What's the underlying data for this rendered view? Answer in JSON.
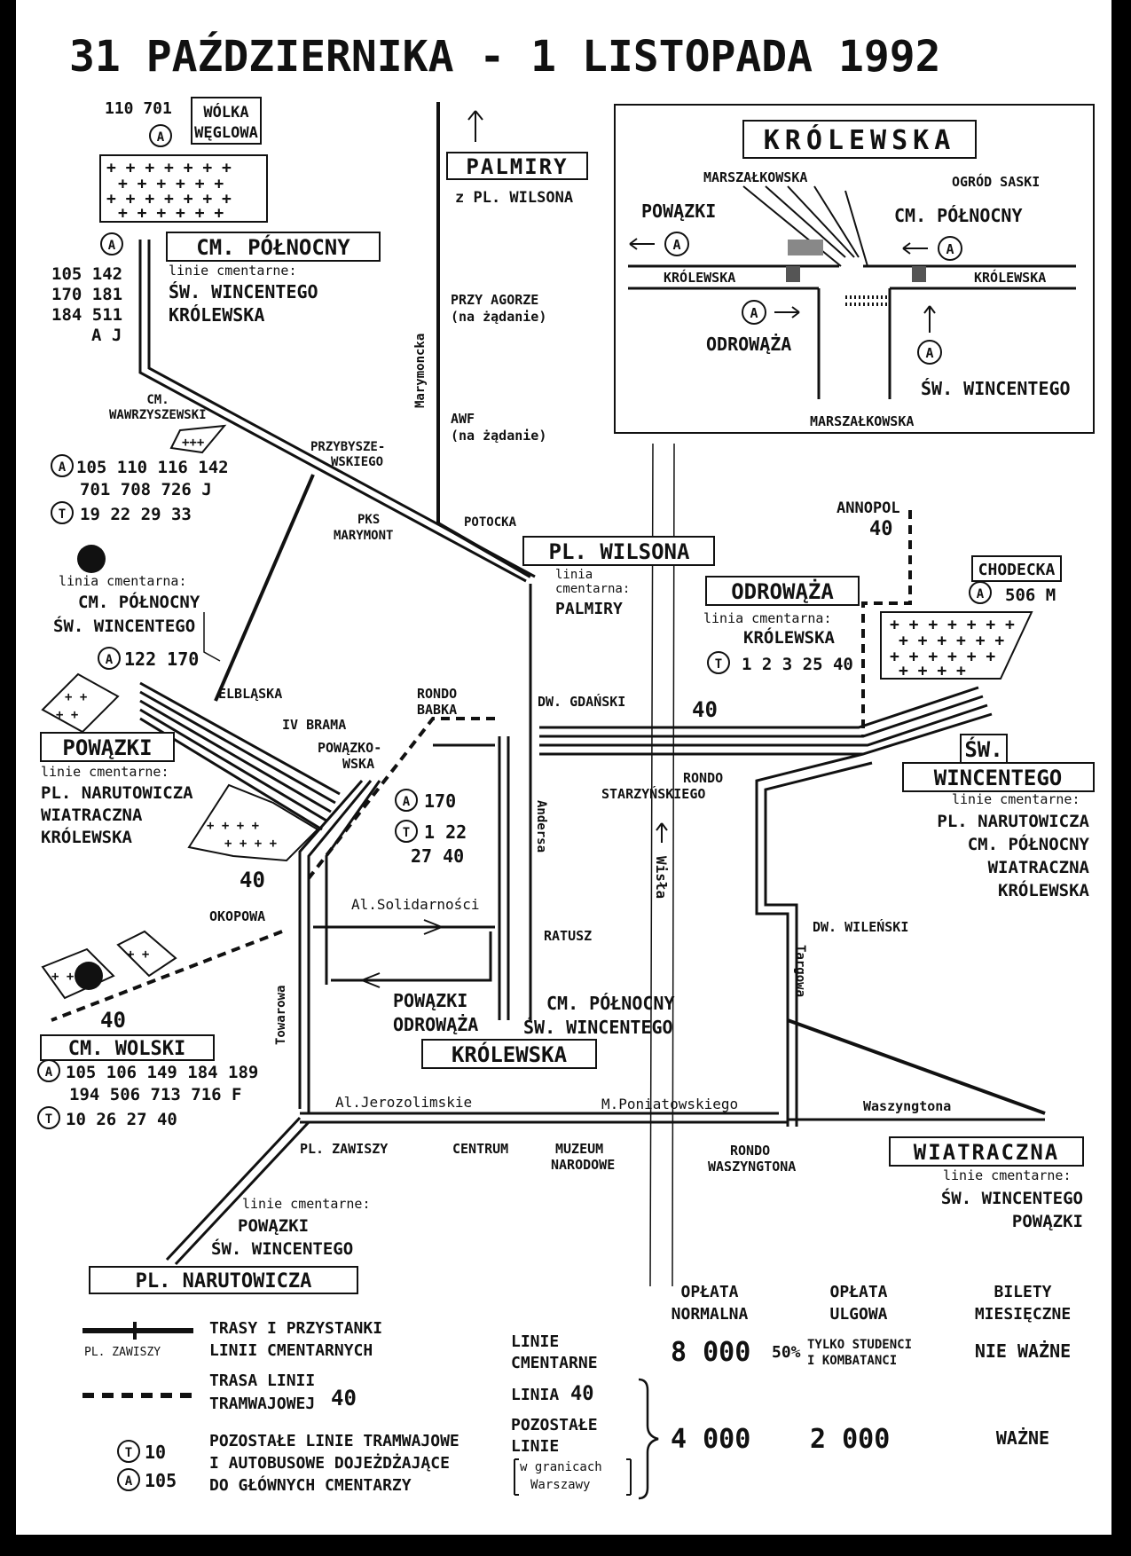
{
  "title": "31 PAŹDZIERNIKA - 1 LISTOPADA 1992",
  "cemetery_line_label": "linie cmentarne:",
  "cemetery_line_label_single": "linia cmentarna:",
  "north": {
    "wolka_top": "WÓLKA",
    "wolka_bottom": "WĘGLOWA",
    "wolka_bus": "110 701",
    "cm_polnocny": "CM. PÓŁNOCNY",
    "cm_polnocny_lines": [
      "ŚW. WINCENTEGO",
      "KRÓLEWSKA"
    ],
    "cm_polnocny_buses": [
      "105 142",
      "170 181",
      "184 511",
      "A J"
    ],
    "palmiry": "PALMIRY",
    "palmiry_from": "z PL. WILSONA",
    "marymoncka": "Marymoncka",
    "przy_agorze": "PRZY AGORZE",
    "na_zadanie": "(na żądanie)",
    "awf": "AWF",
    "cm_wawrzyszewski_1": "CM.",
    "cm_wawrzyszewski_2": "WAWRZYSZEWSKI",
    "wawrz_buses_1": "105 110 116 142",
    "wawrz_buses_2": "701 708 726 J",
    "wawrz_trams": "19 22 29 33",
    "przybyszewskiego_1": "PRZYBYSZE-",
    "przybyszewskiego_2": "WSKIEGO",
    "pks_1": "PKS",
    "pks_2": "MARYMONT",
    "potocka": "POTOCKA",
    "pl_wilsona": "PL. WILSONA",
    "linia": "linia",
    "cmentarna": "cmentarna:",
    "wilsona_line": "PALMIRY",
    "left_line_1": "CM. PÓŁNOCNY",
    "left_line_2": "ŚW. WINCENTEGO",
    "left_buses": "122 170"
  },
  "inset": {
    "title": "KRÓLEWSKA",
    "marszalkowska": "MARSZAŁKOWSKA",
    "ogrod_saski": "OGRÓD SASKI",
    "powazki": "POWĄZKI",
    "cm_polnocny": "CM. PÓŁNOCNY",
    "krolewska": "KRÓLEWSKA",
    "odrowaza": "ODROWĄŻA",
    "sw_wincentego": "ŚW. WINCENTEGO"
  },
  "east": {
    "annopol": "ANNOPOL",
    "forty": "40",
    "chodecka": "CHODECKA",
    "chodecka_buses": "506 M",
    "odrowaza": "ODROWĄŻA",
    "odrowaza_line": "KRÓLEWSKA",
    "odrowaza_trams": "1 2 3 25 40",
    "dw_gdanski": "DW. GDAŃSKI",
    "rondo_1": "RONDO",
    "rondo_2": "STARZYŃSKIEGO",
    "sw_wincentego_1": "ŚW.",
    "sw_wincentego_2": "WINCENTEGO",
    "sw_wincentego_lines": [
      "PL. NARUTOWICZA",
      "CM. PÓŁNOCNY",
      "WIATRACZNA",
      "KRÓLEWSKA"
    ],
    "dw_wilenski": "DW. WILEŃSKI",
    "targowa": "Targowa",
    "wisla": "Wisła",
    "waszyngtona": "Waszyngtona",
    "wiatraczna": "WIATRACZNA",
    "wiatraczna_lines": [
      "ŚW. WINCENTEGO",
      "POWĄZKI"
    ]
  },
  "center": {
    "elblaska": "ELBLĄSKA",
    "iv_brama": "IV BRAMA",
    "powazkowska_1": "POWĄZKO-",
    "powazkowska_2": "WSKA",
    "rondo_babka_1": "RONDO",
    "rondo_babka_2": "BABKA",
    "powazki_bus": "170",
    "powazki_trams_1": "1 22",
    "powazki_trams_2": "27 40",
    "okopowa": "OKOPOWA",
    "solidarnosci": "Al.Solidarności",
    "ratusz": "RATUSZ",
    "andersa": "Andersa",
    "powazki_dir": "POWĄZKI",
    "odrowaza_dir": "ODROWĄŻA",
    "cmp_dir": "CM. PÓŁNOCNY",
    "sww_dir": "ŚW. WINCENTEGO",
    "krolewska": "KRÓLEWSKA",
    "towarowa": "Towarowa",
    "jerozolimskie": "Al.Jerozolimskie",
    "poniatowskiego": "M.Poniatowskiego",
    "pl_zawiszy": "PL. ZAWISZY",
    "centrum": "CENTRUM",
    "muzeum_1": "MUZEUM",
    "muzeum_2": "NARODOWE",
    "rondo_w_1": "RONDO",
    "rondo_w_2": "WASZYNGTONA"
  },
  "west": {
    "powazki": "POWĄZKI",
    "powazki_lines": [
      "PL. NARUTOWICZA",
      "WIATRACZNA",
      "KRÓLEWSKA"
    ],
    "forty": "40",
    "cm_wolski": "CM. WOLSKI",
    "wolski_buses_1": "105 106 149 184 189",
    "wolski_buses_2": "194 506 713 716 F",
    "wolski_trams": "10 26 27 40",
    "pl_narutowicza": "PL. NARUTOWICZA",
    "narutowicza_lines": [
      "POWĄZKI",
      "ŚW. WINCENTEGO"
    ]
  },
  "legend": {
    "routes_1": "TRASY I PRZYSTANKI",
    "routes_2": "LINII CMENTARNYCH",
    "routes_sample": "PL. ZAWISZY",
    "tram_1": "TRASA LINII",
    "tram_2": "TRAMWAJOWEJ",
    "tram_num": "40",
    "other_1": "POZOSTAŁE LINIE TRAMWAJOWE",
    "other_2": "I AUTOBUSOWE DOJEŻDŻAJĄCE",
    "other_3": "DO GŁÓWNYCH CMENTARZY",
    "sample_tram": "10",
    "sample_bus": "105"
  },
  "fares": {
    "h_normal_1": "OPŁATA",
    "h_normal_2": "NORMALNA",
    "h_reduced_1": "OPŁATA",
    "h_reduced_2": "ULGOWA",
    "h_monthly_1": "BILETY",
    "h_monthly_2": "MIESIĘCZNE",
    "r1_1": "LINIE",
    "r1_2": "CMENTARNE",
    "r1_normal": "8 000",
    "r1_pct": "50%",
    "r1_reduced_1": "TYLKO STUDENCI",
    "r1_reduced_2": "I KOMBATANCI",
    "r1_monthly": "NIE WAŻNE",
    "r2": "LINIA",
    "r2_num": "40",
    "r3_1": "POZOSTAŁE",
    "r3_2": "LINIE",
    "r3_3": "w granicach",
    "r3_4": "Warszawy",
    "r23_normal": "4 000",
    "r23_reduced": "2 000",
    "r23_monthly": "WAŻNE"
  }
}
